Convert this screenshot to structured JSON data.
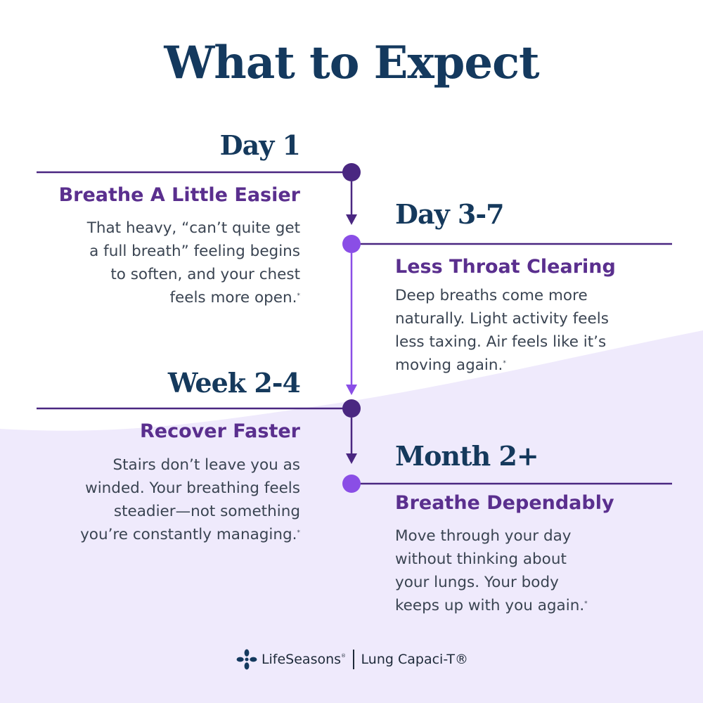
{
  "title": "What to Expect",
  "milestones": [
    {
      "period": "Day 1",
      "headline": "Breathe A Little Easier",
      "lines": [
        "That heavy, “can’t quite get",
        "a full breath” feeling begins",
        "to soften, and your chest",
        "feels more open."
      ],
      "footnote": "*"
    },
    {
      "period": "Day 3-7",
      "headline": "Less Throat Clearing",
      "lines": [
        "Deep breaths come more",
        "naturally. Light activity feels",
        "less taxing. Air feels like it’s",
        "moving again."
      ],
      "footnote": "*"
    },
    {
      "period": "Week 2-4",
      "headline": "Recover Faster",
      "lines": [
        "Stairs don’t leave you as",
        "winded. Your breathing feels",
        "steadier—not something",
        "you’re constantly managing."
      ],
      "footnote": "*"
    },
    {
      "period": "Month 2+",
      "headline": "Breathe Dependably",
      "lines": [
        "Move through your day",
        "without thinking about",
        "your lungs. Your body",
        "keeps up with you again."
      ],
      "footnote": "*"
    }
  ],
  "footer": {
    "brand": "LifeSeasons",
    "brand_mark": "®",
    "product": "Lung Capaci-T®"
  },
  "colors": {
    "title": "#14395e",
    "heading": "#15395c",
    "subhead": "#5a2f8e",
    "dark_node": "#4a2781",
    "light_node": "#8a4ee6",
    "wave": "#efeafc"
  },
  "icons": {
    "logo": "lifeseasons-logo-icon",
    "arrow": "arrow-down-icon",
    "node": "timeline-node-icon"
  }
}
